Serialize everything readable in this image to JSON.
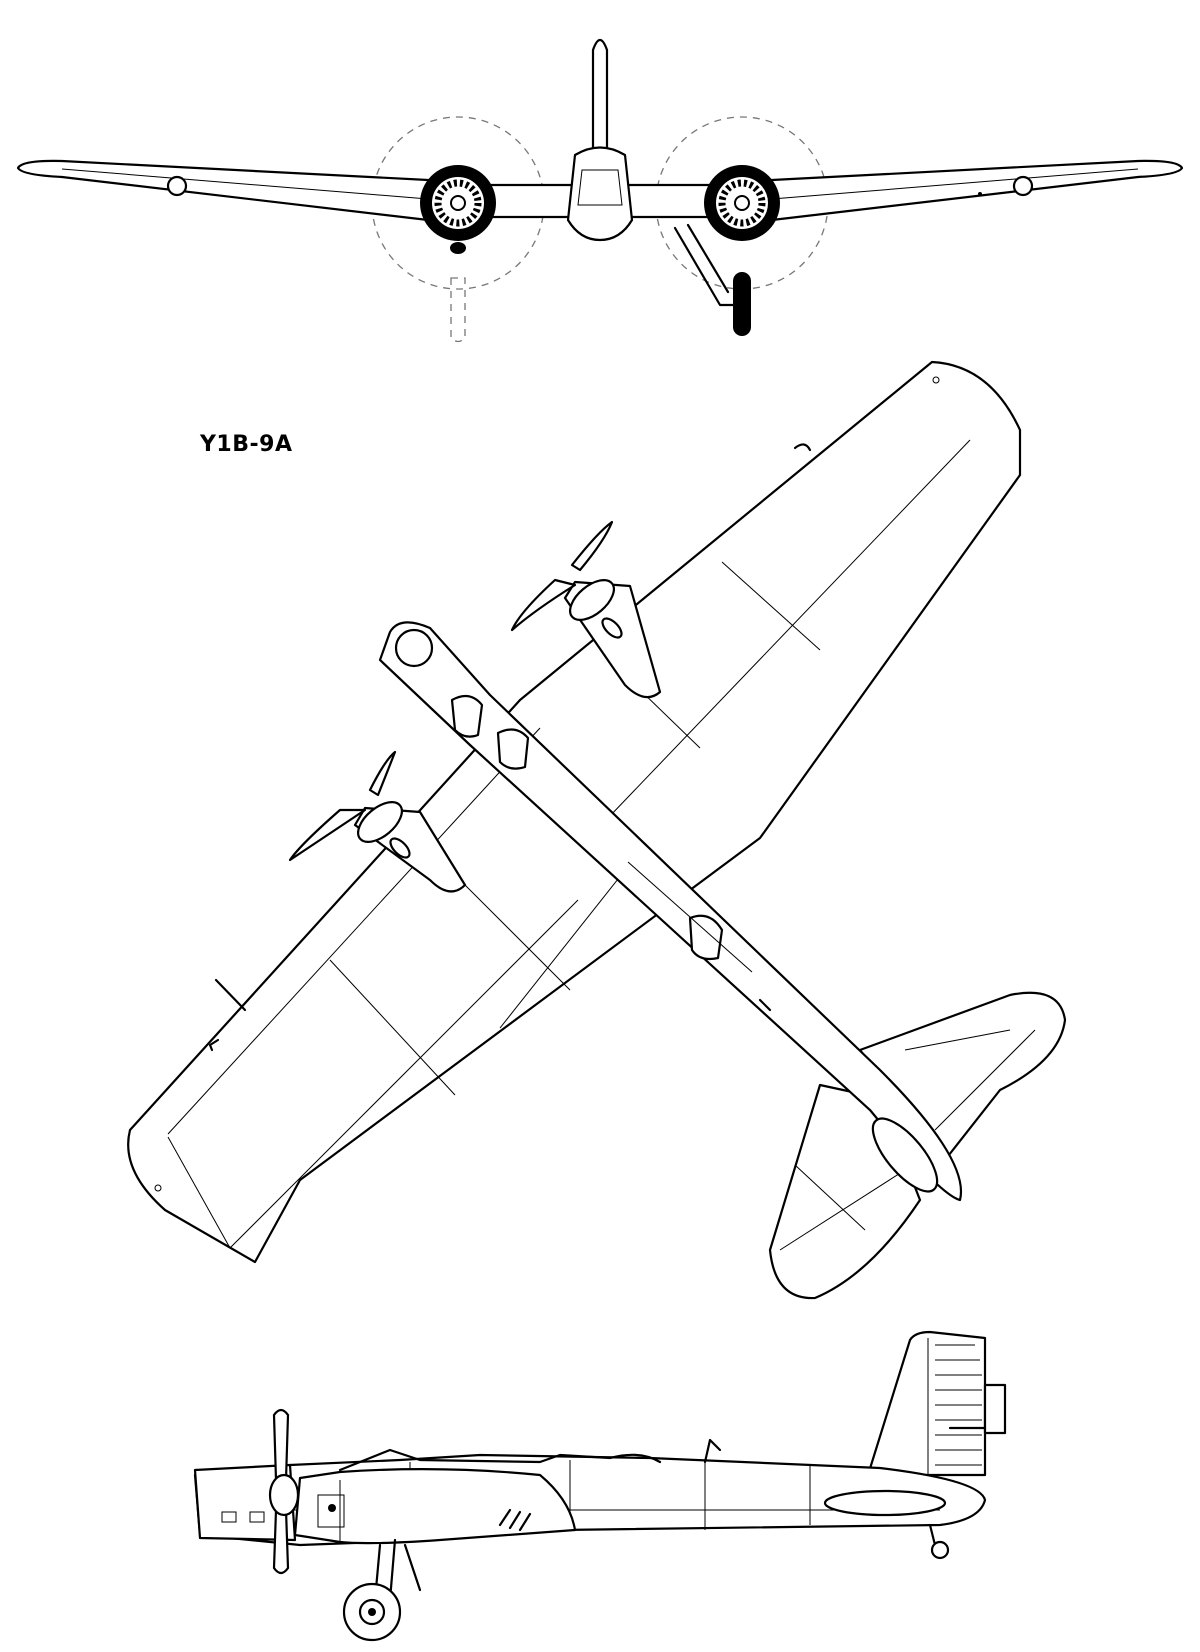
{
  "designation": "Y1B-9A",
  "views": [
    "front-view",
    "plan-view",
    "side-view"
  ],
  "colors": {
    "line": "#000000",
    "paper": "#ffffff",
    "phantom": "#777777"
  }
}
